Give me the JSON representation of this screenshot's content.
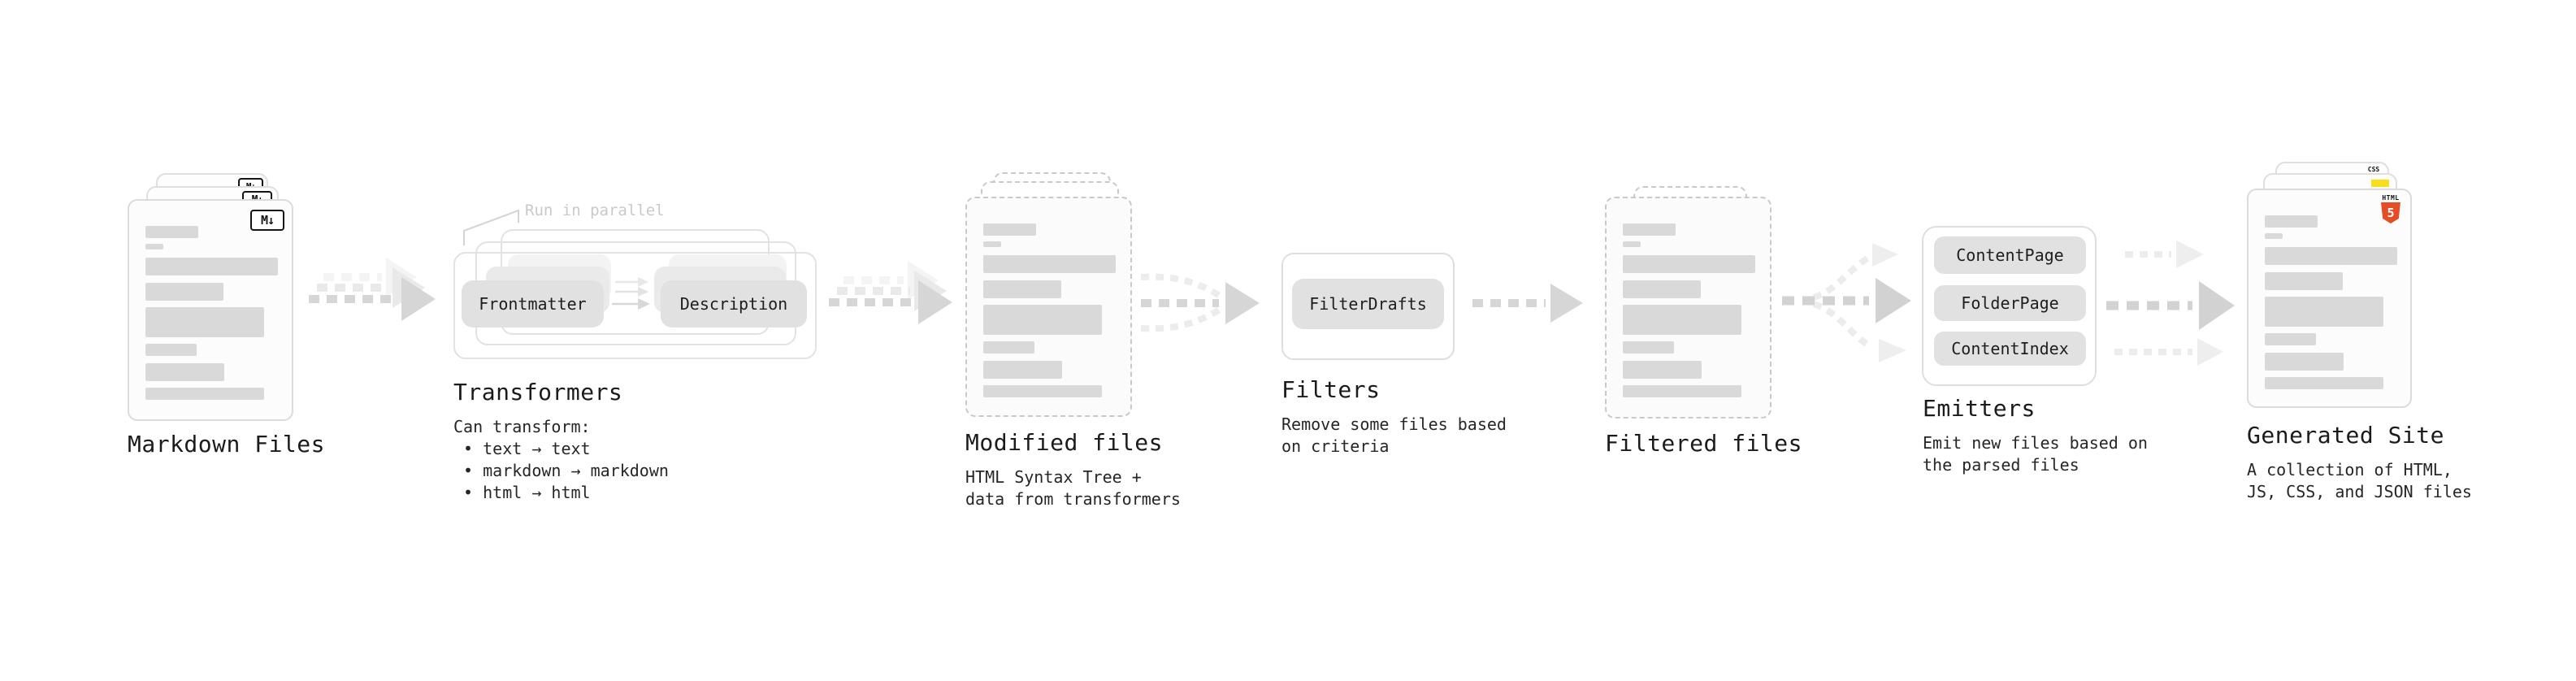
{
  "diagram": {
    "markdown": {
      "title": "Markdown Files"
    },
    "transformers": {
      "title": "Transformers",
      "note": "Run in parallel",
      "caption": "Can transform:\n • text → text\n • markdown → markdown\n • html → html",
      "pill_left": "Frontmatter",
      "pill_right": "Description"
    },
    "modified": {
      "title": "Modified files",
      "caption": "HTML Syntax Tree +\ndata from transformers"
    },
    "filters": {
      "title": "Filters",
      "caption": "Remove some files based\non criteria",
      "pill": "FilterDrafts"
    },
    "filtered": {
      "title": "Filtered files"
    },
    "emitters": {
      "title": "Emitters",
      "caption": "Emit new files based on\nthe parsed files",
      "pills": [
        "ContentPage",
        "FolderPage",
        "ContentIndex"
      ]
    },
    "generated": {
      "title": "Generated Site",
      "caption": "A collection of HTML,\nJS, CSS, and JSON files"
    }
  },
  "icons": {
    "markdown": "M↓",
    "html5_wordmark": "HTML",
    "html5_five": "5",
    "css_wordmark": "CSS"
  },
  "colors": {
    "html5_orange": "#e44d26",
    "js_yellow": "#f7df1e",
    "css_blue": "#2962ff",
    "placeholder_bar": "#d9d9d9",
    "arrow_gray": "#d6d6d6"
  }
}
